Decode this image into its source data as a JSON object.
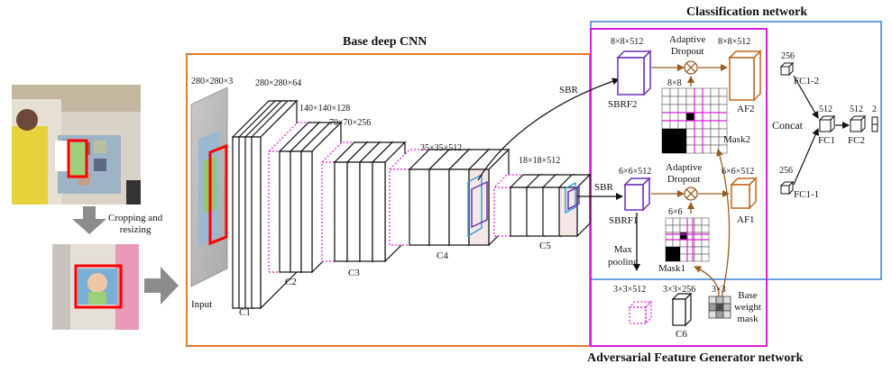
{
  "titles": {
    "base_cnn": "Base deep CNN",
    "classification": "Classification network",
    "afg": "Adversarial Feature Generator network"
  },
  "colors": {
    "base_box": "#e07b2a",
    "classification_box": "#3a7fd0",
    "afg_box": "#d81ed8",
    "detection_box": "#ff0000",
    "sbrf": "#6a2fb5",
    "af": "#c0651a",
    "mask_grid": "#d81ed8"
  },
  "input": {
    "crop_label": "Cropping and\nresizing",
    "input_label": "Input",
    "input_size": "280×280×3"
  },
  "layers": {
    "c1": {
      "label": "C1",
      "size": "280×280×64"
    },
    "c2": {
      "label": "C2",
      "size": "140×140×128"
    },
    "c3": {
      "label": "C3",
      "size": "70×70×256"
    },
    "c4": {
      "label": "C4",
      "size": "35×35×512"
    },
    "c5": {
      "label": "C5",
      "size": "18×18×512"
    },
    "c6": {
      "label": "C6",
      "size": "3×3×256"
    }
  },
  "branch_top": {
    "sbr": "SBR",
    "sbrf_label": "SBRF2",
    "sbrf_size": "8×8×512",
    "dropout": "Adaptive\nDropout",
    "af_label": "AF2",
    "af_size": "8×8×512",
    "mask_size": "8×8",
    "mask_label": "Mask2"
  },
  "branch_bottom": {
    "sbr": "SBR",
    "sbrf_label": "SBRF1",
    "sbrf_size": "6×6×512",
    "dropout": "Adaptive\nDropout",
    "af_label": "AF1",
    "af_size": "6×6×512",
    "mask_size": "6×6",
    "mask_label": "Mask1"
  },
  "afg_parts": {
    "max_pooling": "Max\npooling",
    "pool_size": "3×3×512",
    "base_mask_size": "3×3",
    "base_weight_mask": "Base\nweight\nmask"
  },
  "classifier": {
    "concat": "Concat",
    "fc12_label": "FC1-2",
    "fc12_size": "256",
    "fc11_label": "FC1-1",
    "fc11_size": "256",
    "fc1_label": "FC1",
    "fc1_size": "512",
    "fc2_label": "FC2",
    "fc2_size": "512",
    "out_size": "2"
  }
}
